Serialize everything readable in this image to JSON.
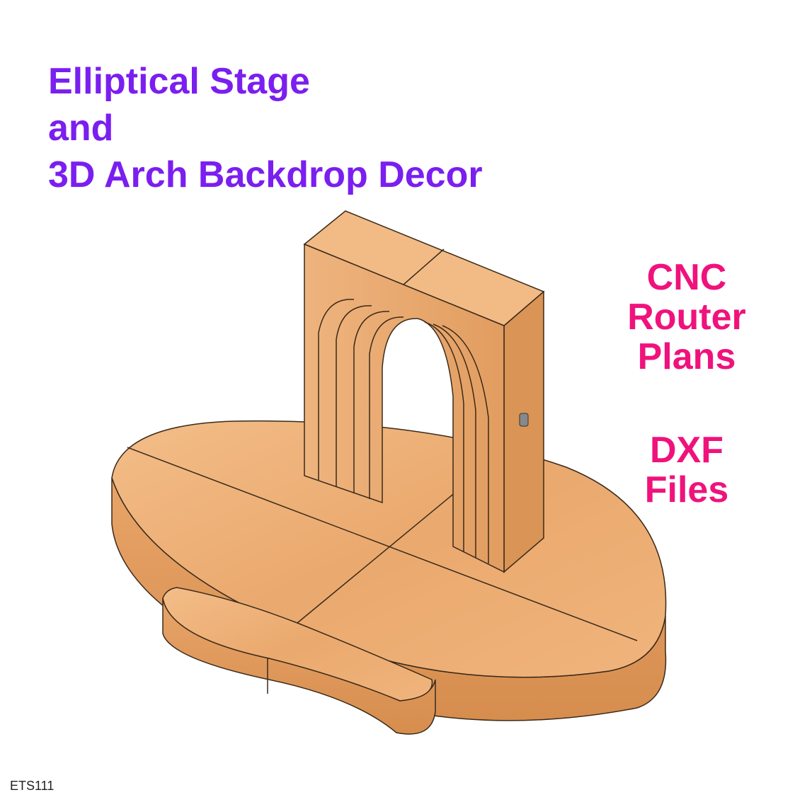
{
  "title": {
    "line1": "Elliptical Stage",
    "line2": "and",
    "line3": "3D Arch Backdrop Decor"
  },
  "side_top": {
    "line1": "CNC",
    "line2": "Router",
    "line3": "Plans"
  },
  "side_bottom": {
    "line1": "DXF",
    "line2": "Files"
  },
  "product_code": "ETS111",
  "colors": {
    "title": "#7b1ef0",
    "side_text": "#f0127c",
    "wood_light": "#f1b780",
    "wood_mid": "#e6a165",
    "wood_dark": "#d48b4c",
    "outline": "#3a2a1a"
  }
}
